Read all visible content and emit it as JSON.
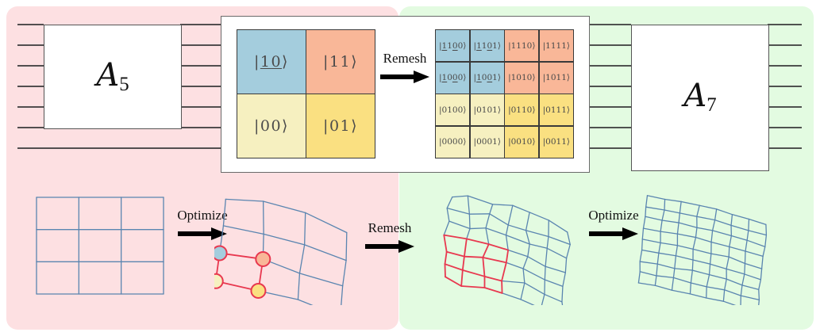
{
  "figure": {
    "title": "Remesh / Optimize quantum-circuit and mesh pipeline"
  },
  "colors": {
    "region_pink": "#fde0e2",
    "region_green": "#e3fbe1",
    "cell_blue": "#a4cddd",
    "cell_orange": "#f9b798",
    "cell_pale_yellow": "#f6f0c0",
    "cell_yellow": "#fae081",
    "mesh_line": "#5a85b0",
    "mesh_highlight": "#e8384f",
    "node_blue": "#a4cddd",
    "node_orange": "#f9b798",
    "node_yellow": "#fae081",
    "node_pale_yellow": "#f6f0c0",
    "wire": "#3a3a3a",
    "box_border": "#555555"
  },
  "circuit": {
    "left_gate": {
      "symbol": "A",
      "subscript": "5"
    },
    "right_gate": {
      "symbol": "A",
      "subscript": "7"
    },
    "left_wire_count": 7,
    "right_wire_count": 7
  },
  "grid2": {
    "cells": [
      {
        "ket": "|1 0⟩",
        "bits": "10",
        "underline": [
          0,
          1
        ],
        "color": "#a4cddd"
      },
      {
        "ket": "|1 1⟩",
        "bits": "11",
        "underline": [],
        "color": "#f9b798"
      },
      {
        "ket": "|0 0⟩",
        "bits": "00",
        "underline": [],
        "color": "#f6f0c0"
      },
      {
        "ket": "|0 1⟩",
        "bits": "01",
        "underline": [],
        "color": "#fae081"
      }
    ]
  },
  "grid4": {
    "cells": [
      {
        "ket": "|1100⟩",
        "bits": "1100",
        "underline": [
          0,
          2
        ],
        "color": "#a4cddd"
      },
      {
        "ket": "|1101⟩",
        "bits": "1101",
        "underline": [
          0,
          2
        ],
        "color": "#a4cddd"
      },
      {
        "ket": "|1110⟩",
        "bits": "1110",
        "underline": [],
        "color": "#f9b798"
      },
      {
        "ket": "|1111⟩",
        "bits": "1111",
        "underline": [],
        "color": "#f9b798"
      },
      {
        "ket": "|1000⟩",
        "bits": "1000",
        "underline": [
          0,
          2
        ],
        "color": "#a4cddd"
      },
      {
        "ket": "|1001⟩",
        "bits": "1001",
        "underline": [
          0,
          2
        ],
        "color": "#a4cddd"
      },
      {
        "ket": "|1010⟩",
        "bits": "1010",
        "underline": [],
        "color": "#f9b798"
      },
      {
        "ket": "|1011⟩",
        "bits": "1011",
        "underline": [],
        "color": "#f9b798"
      },
      {
        "ket": "|0100⟩",
        "bits": "0100",
        "underline": [],
        "color": "#f6f0c0"
      },
      {
        "ket": "|0101⟩",
        "bits": "0101",
        "underline": [],
        "color": "#f6f0c0"
      },
      {
        "ket": "|0110⟩",
        "bits": "0110",
        "underline": [],
        "color": "#fae081"
      },
      {
        "ket": "|0111⟩",
        "bits": "0111",
        "underline": [],
        "color": "#fae081"
      },
      {
        "ket": "|0000⟩",
        "bits": "0000",
        "underline": [],
        "color": "#f6f0c0"
      },
      {
        "ket": "|0001⟩",
        "bits": "0001",
        "underline": [],
        "color": "#f6f0c0"
      },
      {
        "ket": "|0010⟩",
        "bits": "0010",
        "underline": [],
        "color": "#fae081"
      },
      {
        "ket": "|0011⟩",
        "bits": "0011",
        "underline": [],
        "color": "#fae081"
      }
    ]
  },
  "arrows": {
    "top_remesh": "Remesh",
    "optimize_1": "Optimize",
    "remesh_2": "Remesh",
    "optimize_2": "Optimize"
  },
  "meshes": {
    "mesh_coarse": {
      "rows": 3,
      "cols": 3,
      "highlight": false
    },
    "mesh_optimized": {
      "rows": 3,
      "cols": 3,
      "highlight": true,
      "highlight_cell": "bottom-left",
      "nodes": [
        {
          "color": "#a4cddd",
          "position": "top-left"
        },
        {
          "color": "#f9b798",
          "position": "top-right"
        },
        {
          "color": "#f6f0c0",
          "position": "bottom-left"
        },
        {
          "color": "#fae081",
          "position": "bottom-right"
        }
      ]
    },
    "mesh_refined": {
      "rows": 6,
      "cols": 6,
      "highlight": true,
      "highlight_rows": 3,
      "highlight_cols": 3
    },
    "mesh_final": {
      "rows": 8,
      "cols": 7,
      "highlight": false
    }
  }
}
